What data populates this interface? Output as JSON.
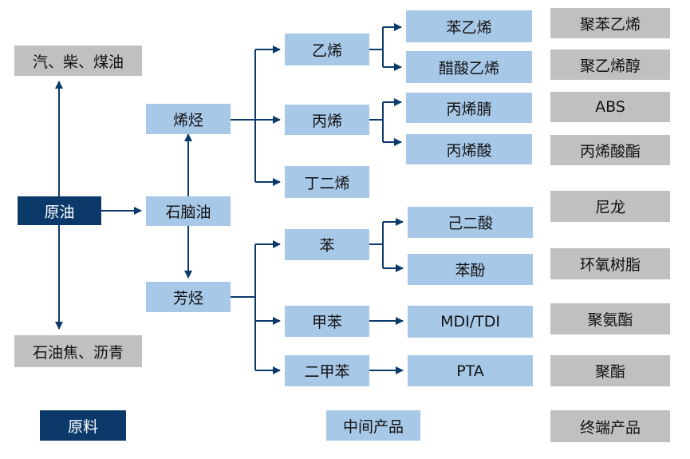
{
  "colors": {
    "raw": "#0b3a6a",
    "intermediate": "#a8c8e8",
    "end": "#c0c0c0",
    "arrow": "#0b3a6a"
  },
  "nodes": {
    "crude_oil": "原油",
    "gasoline": "汽、柴、煤油",
    "coke": "石油焦、沥青",
    "naphtha": "石脑油",
    "olefins": "烯烃",
    "aromatics": "芳烃",
    "ethylene": "乙烯",
    "propylene": "丙烯",
    "butadiene": "丁二烯",
    "benzene": "苯",
    "toluene": "甲苯",
    "xylene": "二甲苯",
    "styrene": "苯乙烯",
    "vinyl_acetate": "醋酸乙烯",
    "acrylonitrile": "丙烯腈",
    "acrylic_acid": "丙烯酸",
    "adipic_acid": "己二酸",
    "phenol": "苯酚",
    "mdi_tdi": "MDI/TDI",
    "pta": "PTA",
    "polystyrene": "聚苯乙烯",
    "pva": "聚乙烯醇",
    "abs": "ABS",
    "acrylate": "丙烯酸酯",
    "nylon": "尼龙",
    "epoxy": "环氧树脂",
    "polyurethane": "聚氨酯",
    "polyester": "聚酯"
  },
  "legend": {
    "raw": "原料",
    "intermediate": "中间产品",
    "end": "终端产品"
  }
}
